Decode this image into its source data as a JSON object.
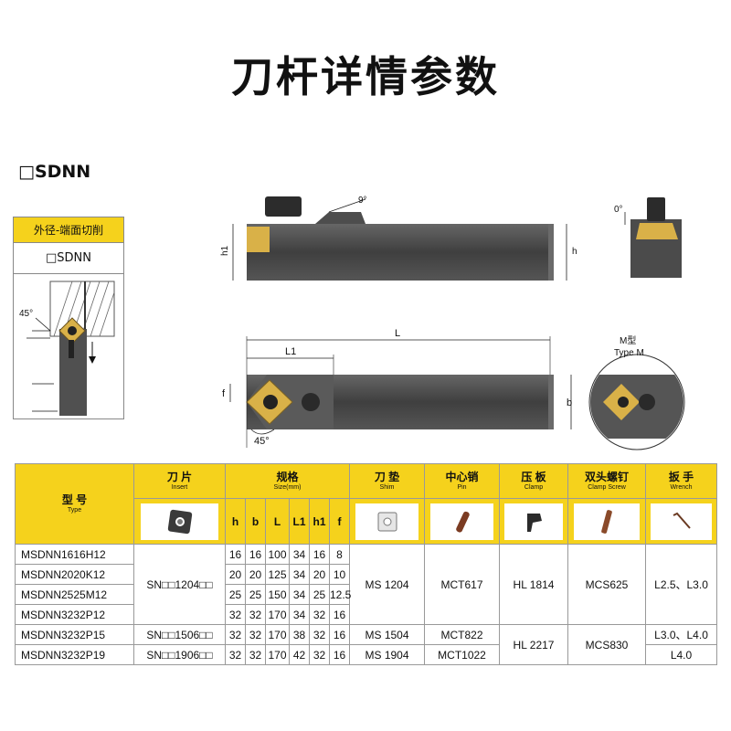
{
  "page": {
    "title": "刀杆详情参数",
    "model_label": "□SDNN"
  },
  "side_panel": {
    "header": "外径-端面切削",
    "code": "□SDNN",
    "angle": "45°"
  },
  "drawing": {
    "angle_top": "9°",
    "angle_end": "0°",
    "dim_h1": "h1",
    "dim_h": "h",
    "dim_L": "L",
    "dim_L1": "L1",
    "dim_f": "f",
    "dim_b": "b",
    "angle_bottom": "45°",
    "type_cn": "M型",
    "type_en": "Type M"
  },
  "table": {
    "headers": {
      "type": {
        "cn": "型 号",
        "en": "Type"
      },
      "insert": {
        "cn": "刀 片",
        "en": "Insert"
      },
      "size": {
        "cn": "规格",
        "en": "Size(mm)"
      },
      "shim": {
        "cn": "刀 垫",
        "en": "Shim"
      },
      "pin": {
        "cn": "中心销",
        "en": "Pin"
      },
      "clamp": {
        "cn": "压 板",
        "en": "Clamp"
      },
      "screw": {
        "cn": "双头螺钉",
        "en": "Clamp Screw"
      },
      "wrench": {
        "cn": "扳 手",
        "en": "Wrench"
      }
    },
    "size_cols": [
      "h",
      "b",
      "L",
      "L1",
      "h1",
      "f"
    ],
    "rows": [
      {
        "model": "MSDNN1616H12",
        "h": "16",
        "b": "16",
        "L": "100",
        "L1": "34",
        "h1": "16",
        "f": "8"
      },
      {
        "model": "MSDNN2020K12",
        "h": "20",
        "b": "20",
        "L": "125",
        "L1": "34",
        "h1": "20",
        "f": "10"
      },
      {
        "model": "MSDNN2525M12",
        "h": "25",
        "b": "25",
        "L": "150",
        "L1": "34",
        "h1": "25",
        "f": "12.5"
      },
      {
        "model": "MSDNN3232P12",
        "h": "32",
        "b": "32",
        "L": "170",
        "L1": "34",
        "h1": "32",
        "f": "16"
      },
      {
        "model": "MSDNN3232P15",
        "h": "32",
        "b": "32",
        "L": "170",
        "L1": "38",
        "h1": "32",
        "f": "16"
      },
      {
        "model": "MSDNN3232P19",
        "h": "32",
        "b": "32",
        "L": "170",
        "L1": "42",
        "h1": "32",
        "f": "16"
      }
    ],
    "insert_a": "SN□□1204□□",
    "insert_b": "SN□□1506□□",
    "insert_c": "SN□□1906□□",
    "shim_a": "MS 1204",
    "shim_b": "MS 1504",
    "shim_c": "MS 1904",
    "pin_a": "MCT617",
    "pin_b": "MCT822",
    "pin_c": "MCT1022",
    "clamp_a": "HL 1814",
    "clamp_b": "HL 2217",
    "screw_a": "MCS625",
    "screw_b": "MCS830",
    "wrench_a": "L2.5、L3.0",
    "wrench_b": "L3.0、L4.0",
    "wrench_c": "L4.0"
  },
  "colors": {
    "accent": "#f5d21c",
    "tool_body": "#4a4a4a",
    "insert_gold": "#c9a13a"
  }
}
